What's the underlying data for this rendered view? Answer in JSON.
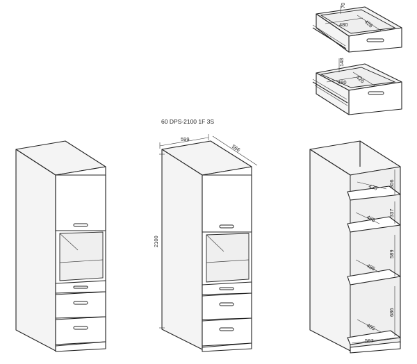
{
  "model_code": "60 DPS-2100 1F 3S",
  "dimensions": {
    "width": "599",
    "depth": "566",
    "height": "2100"
  },
  "drawer_small": {
    "height": "70",
    "width": "480",
    "depth": "426"
  },
  "drawer_large": {
    "height": "148",
    "width": "480",
    "depth": "426"
  },
  "interior": {
    "top_compartment": {
      "width": "430",
      "height": "306"
    },
    "upper_compartment": {
      "depth": "485",
      "height": "337"
    },
    "oven_compartment": {
      "depth": "485",
      "height": "589"
    },
    "bottom_compartment": {
      "depth": "485",
      "height": "686",
      "width": "567"
    }
  }
}
